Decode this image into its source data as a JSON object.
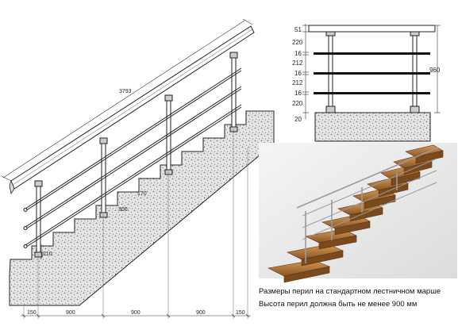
{
  "left_drawing": {
    "rail_length": "3793",
    "step_rise": "170",
    "step_run": "300",
    "base_offset": "210",
    "bottom_dims": [
      "150",
      "900",
      "900",
      "900",
      "150"
    ]
  },
  "right_drawing": {
    "dims": [
      "51",
      "220",
      "16",
      "212",
      "16",
      "212",
      "16",
      "220",
      "20"
    ],
    "total_height": "960"
  },
  "captions": [
    "Размеры перил на стандартном лестничном марше",
    "Высота перил должна быть не менее 900 мм"
  ]
}
